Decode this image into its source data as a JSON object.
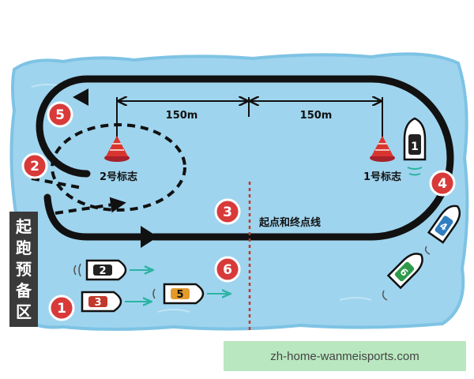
{
  "distances": {
    "left": "150m",
    "right": "150m"
  },
  "buoys": {
    "buoy2_label": "2号标志",
    "buoy1_label": "1号标志"
  },
  "start_finish_label": "起点和终点线",
  "waiting_area": {
    "chars": [
      "起",
      "跑",
      "预",
      "备",
      "区"
    ]
  },
  "markers": [
    "1",
    "2",
    "3",
    "4",
    "5",
    "6"
  ],
  "boats": [
    "1",
    "2",
    "3",
    "4",
    "5",
    "6"
  ],
  "watermark": "zh-home-wanmeisports.com",
  "colors": {
    "water": "#9fd4ee",
    "water_dark": "#7ec3e4",
    "track": "#111111",
    "marker_red": "#d83a3a",
    "buoy_red": "#d9352f",
    "arrow_teal": "#2bb3a3",
    "finish_line": "#c0392b"
  }
}
